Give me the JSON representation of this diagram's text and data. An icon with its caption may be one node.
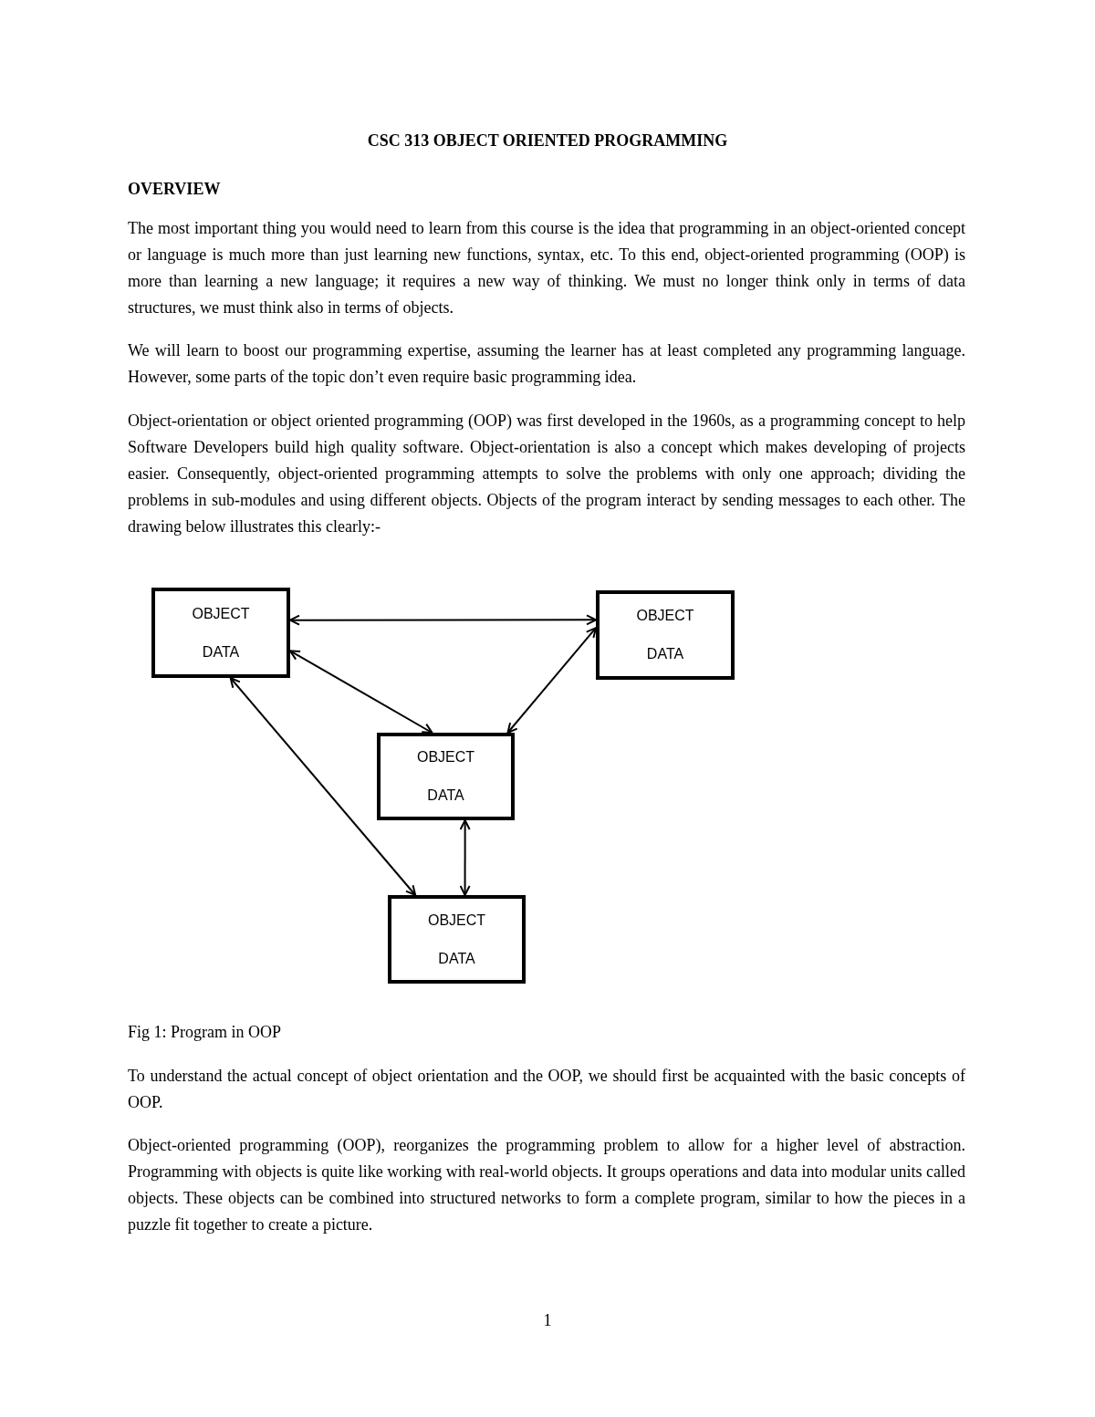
{
  "diagram": {
    "title": "CSC 313 OBJECT ORIENTED PROGRAMMING",
    "caption": "Fig 1: Program in OOP",
    "nodes": [
      {
        "text": [
          "OBJECT",
          "DATA"
        ]
      },
      {
        "text": [
          "OBJECT",
          "DATA"
        ]
      },
      {
        "text": [
          "OBJECT",
          "DATA"
        ]
      },
      {
        "text": [
          "OBJECT",
          "DATA"
        ]
      }
    ],
    "edges": [
      {
        "from": 0,
        "to": 1,
        "arrow": "both"
      },
      {
        "from": 0,
        "to": 2,
        "arrow": "both"
      },
      {
        "from": 1,
        "to": 2,
        "arrow": "both"
      },
      {
        "from": 0,
        "to": 3,
        "arrow": "both"
      },
      {
        "from": 2,
        "to": 3,
        "arrow": "both"
      }
    ],
    "labels": [
      "OVERVIEW",
      "The most important thing you would need to learn from this course is the idea that programming in an object-oriented concept or language is much more than just learning new functions, syntax, etc. To this end, object-oriented programming (OOP) is more than learning a new language; it requires a new way of thinking. We must no longer think only in terms of data structures, we must think also in terms of objects.",
      "We will learn to boost our programming expertise, assuming the learner has at least completed any programming language. However, some parts of the topic don’t even require basic programming idea.",
      "Object-orientation or object oriented programming (OOP) was first developed in the 1960s, as a programming concept to help Software Developers build high quality software. Object-orientation is also a concept which makes developing of projects easier. Consequently, object-oriented programming attempts to solve the problems with only one approach; dividing the problems in sub-modules and using different objects. Objects of the program interact by sending messages to each other. The drawing below illustrates this clearly:-",
      "To understand the actual concept of object orientation and the OOP, we should first be acquainted with the basic concepts of OOP.",
      "Object-oriented programming (OOP), reorganizes the programming problem to allow for a higher level of abstraction. Programming with objects is quite like working with real-world objects.  It groups operations and data into modular units called objects. These objects can be combined into structured networks to form a complete program, similar to how the pieces in a puzzle fit together to create a picture.",
      "1"
    ]
  }
}
